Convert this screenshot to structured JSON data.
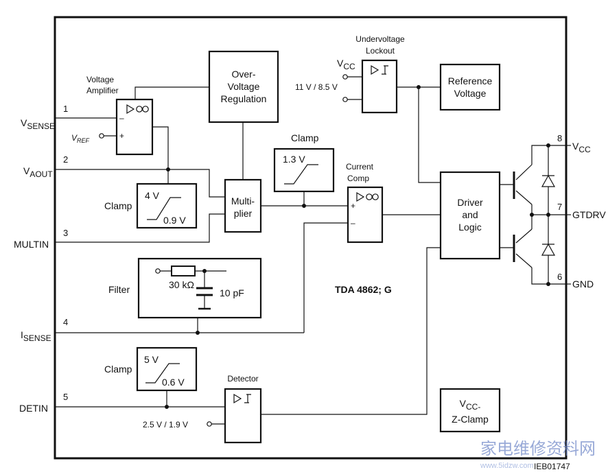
{
  "chip_name": "TDA 4862; G",
  "figure_id": "IEB01747",
  "watermark": {
    "text": "家电维修资料网",
    "url": "www.5idzw.com"
  },
  "pins": {
    "vsense": {
      "num": "1",
      "name_main": "V",
      "name_sub": "SENSE"
    },
    "vaout": {
      "num": "2",
      "name_main": "V",
      "name_sub": "AOUT"
    },
    "multin": {
      "num": "3",
      "name": "MULTIN"
    },
    "isense": {
      "num": "4",
      "name_main": "I",
      "name_sub": "SENSE"
    },
    "detin": {
      "num": "5",
      "name": "DETIN"
    },
    "gnd": {
      "num": "6",
      "name": "GND"
    },
    "gtdrv": {
      "num": "7",
      "name": "GTDRV"
    },
    "vcc": {
      "num": "8",
      "name_main": "V",
      "name_sub": "CC"
    }
  },
  "blocks": {
    "voltage_amplifier": {
      "title_line1": "Voltage",
      "title_line2": "Amplifier",
      "minus": "–",
      "plus": "+"
    },
    "vref": {
      "main": "V",
      "sub": "REF"
    },
    "over_voltage": {
      "line1": "Over-",
      "line2": "Voltage",
      "line3": "Regulation"
    },
    "clamp_left": {
      "title": "Clamp",
      "v_high": "4 V",
      "v_low": "0.9 V"
    },
    "multiplier": {
      "line1": "Multi-",
      "line2": "plier"
    },
    "clamp_mid": {
      "title": "Clamp",
      "v": "1.3 V"
    },
    "current_comp": {
      "title_line1": "Current",
      "title_line2": "Comp",
      "plus": "+",
      "minus": "–"
    },
    "undervoltage": {
      "title_line1": "Undervoltage",
      "title_line2": "Lockout",
      "vcc_main": "V",
      "vcc_sub": "CC",
      "thresholds": "11 V / 8.5 V"
    },
    "reference": {
      "line1": "Reference",
      "line2": "Voltage"
    },
    "driver": {
      "line1": "Driver",
      "line2": "and",
      "line3": "Logic"
    },
    "filter": {
      "title": "Filter",
      "r": "30 kΩ",
      "c": "10 pF"
    },
    "clamp_bottom": {
      "title": "Clamp",
      "v_high": "5 V",
      "v_low": "0.6 V"
    },
    "detector": {
      "title": "Detector",
      "thresholds": "2.5 V / 1.9 V"
    },
    "zclamp": {
      "line1_main": "V",
      "line1_sub": "CC-",
      "line2": "Z-Clamp"
    }
  }
}
